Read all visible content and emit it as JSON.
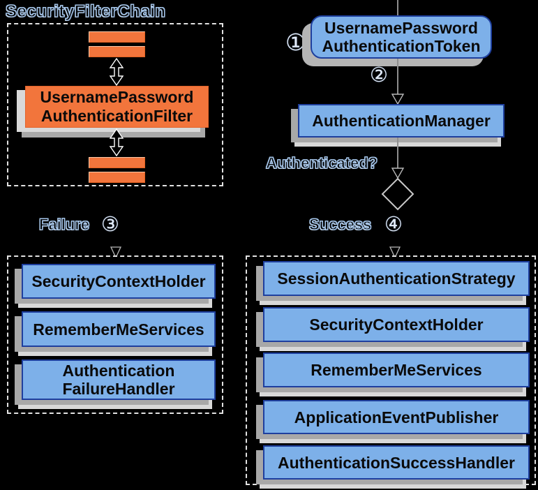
{
  "diagram": {
    "filter_chain": {
      "title": "SecurityFilterChain",
      "filter_node": {
        "line1": "UsernamePassword",
        "line2": "AuthenticationFilter"
      }
    },
    "flow": {
      "step1_badge": "①",
      "step2_badge": "②",
      "step3_badge": "③",
      "step4_badge": "④",
      "token_node": {
        "line1": "UsernamePassword",
        "line2": "AuthenticationToken"
      },
      "auth_manager_node": "AuthenticationManager",
      "authenticated_question": "Authenticated?",
      "failure_label": "Failure",
      "success_label": "Success"
    },
    "failure_panel": {
      "items": [
        "SecurityContextHolder",
        "RememberMeServices"
      ],
      "failure_handler_node": {
        "line1": "Authentication",
        "line2": "FailureHandler"
      }
    },
    "success_panel": {
      "items": [
        "SessionAuthenticationStrategy",
        "SecurityContextHolder",
        "RememberMeServices",
        "ApplicationEventPublisher",
        "AuthenticationSuccessHandler"
      ]
    },
    "colors": {
      "background": "#000000",
      "node_fill": "#7db0e9",
      "node_border": "#1e3f9e",
      "filter_fill": "#f2753c",
      "shadow_dark": "#a8a8a8",
      "shadow_light": "#d8d8d8",
      "line": "#8e8e8e",
      "dashed_border": "#e2e2e2"
    }
  }
}
